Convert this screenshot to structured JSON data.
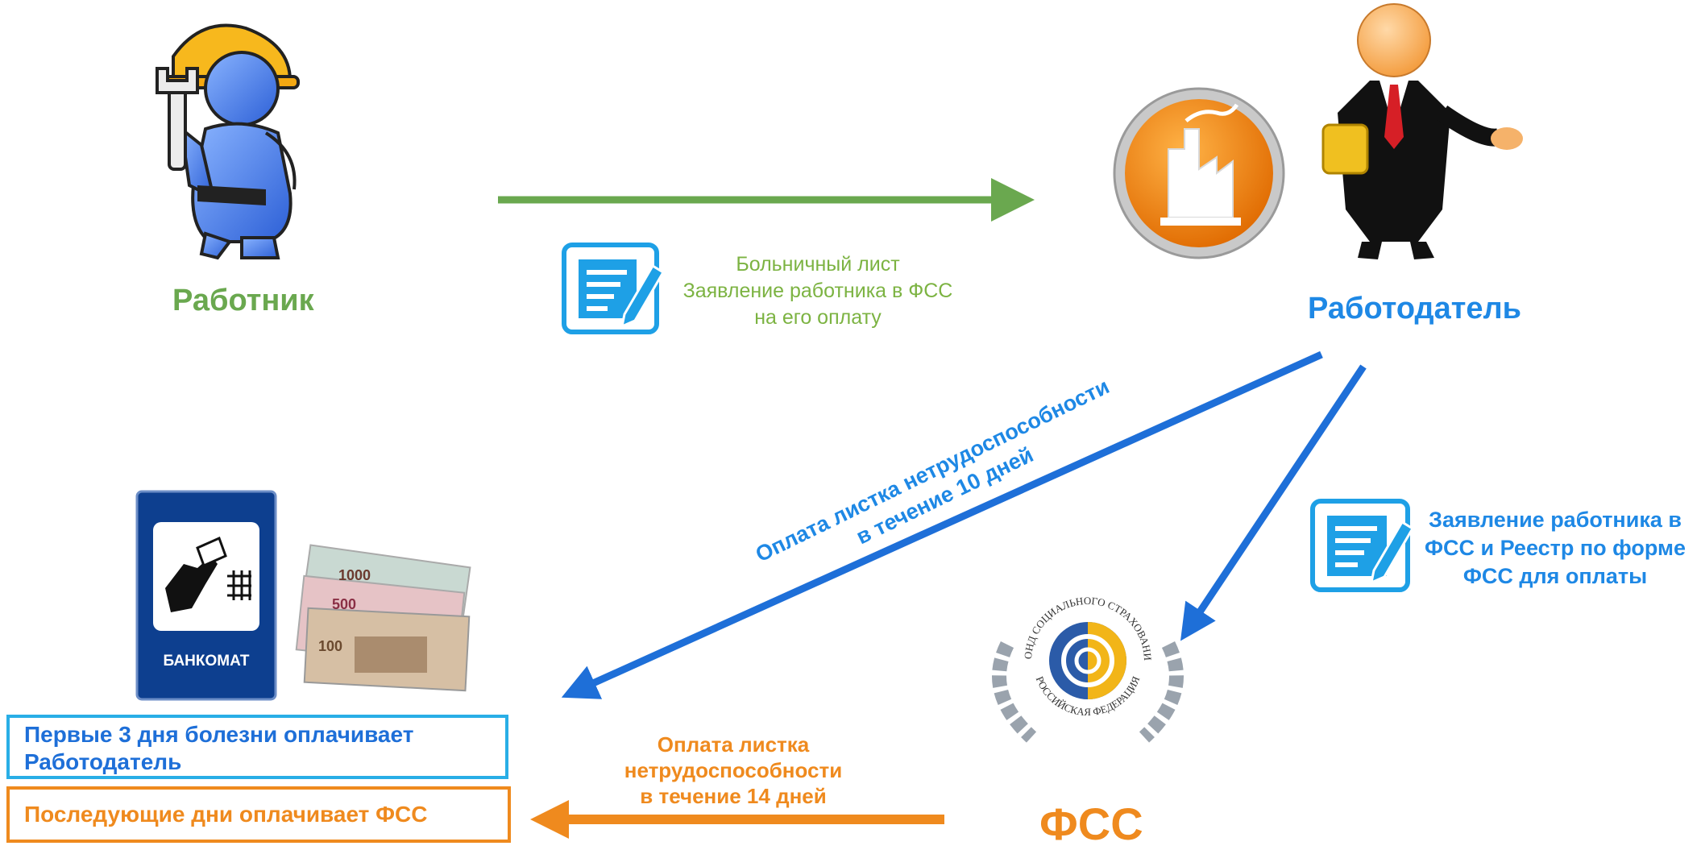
{
  "actors": {
    "worker": "Работник",
    "employer": "Работодатель",
    "fss": "ФСС"
  },
  "worker_to_employer": {
    "line1": "Больничный лист",
    "line2": "Заявление работника в ФСС",
    "line3": "на его оплату"
  },
  "employer_to_fss": {
    "line1": "Заявление работника в",
    "line2": "ФСС и Реестр по форме",
    "line3": "ФСС для оплаты"
  },
  "employer_payment": {
    "line1": "Оплата листка нетрудоспособности",
    "line2": "в течение 10 дней"
  },
  "fss_payment": {
    "line1": "Оплата листка",
    "line2": "нетрудоспособности",
    "line3": "в течение 14 дней"
  },
  "atm_sign": "БАНКОМАТ",
  "notes": {
    "employer_days_line1": "Первые 3 дня болезни оплачивает",
    "employer_days_line2": "Работодатель",
    "fss_days": "Последующие дни  оплачивает ФСС"
  },
  "fss_seal": {
    "top_text": "ФОНД СОЦИАЛЬНОГО СТРАХОВАНИЯ",
    "bottom_text": "РОССИЙСКАЯ ФЕДЕРАЦИЯ"
  },
  "colors": {
    "green": "#6aa84f",
    "blue": "#1e88e5",
    "orange": "#ef8a1e",
    "cyan": "#29aee6"
  }
}
